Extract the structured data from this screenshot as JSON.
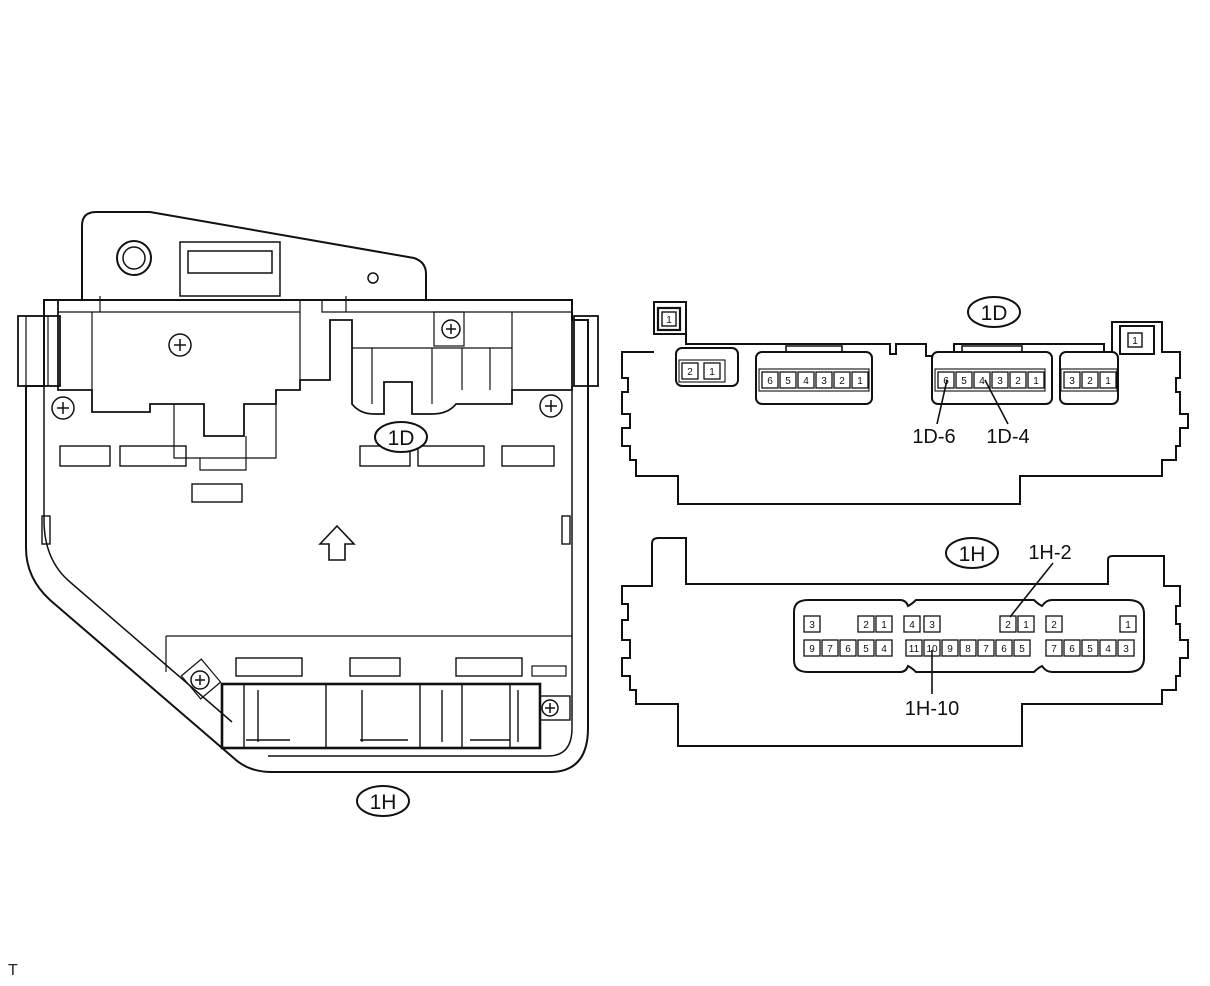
{
  "left_view": {
    "oval_top": "1D",
    "oval_bottom": "1H"
  },
  "connector_1D": {
    "title": "1D",
    "corner_left": "1",
    "corner_right": "1",
    "groups": [
      {
        "pins": [
          "2",
          "1"
        ]
      },
      {
        "pins": [
          "6",
          "5",
          "4",
          "3",
          "2",
          "1"
        ]
      },
      {
        "pins": [
          "6",
          "5",
          "4",
          "3",
          "2",
          "1"
        ]
      },
      {
        "pins": [
          "3",
          "2",
          "1"
        ]
      }
    ],
    "callouts": [
      "1D-6",
      "1D-4"
    ]
  },
  "connector_1H": {
    "title": "1H",
    "top_row": [
      "3",
      "2",
      "1",
      "4",
      "3",
      "2",
      "1",
      "2",
      "1"
    ],
    "bottom_row": [
      "9",
      "7",
      "6",
      "5",
      "4",
      "11",
      "10",
      "9",
      "8",
      "7",
      "6",
      "5",
      "7",
      "6",
      "5",
      "4",
      "3"
    ],
    "callouts": [
      "1H-2",
      "1H-10"
    ]
  },
  "corner_mark": "T"
}
